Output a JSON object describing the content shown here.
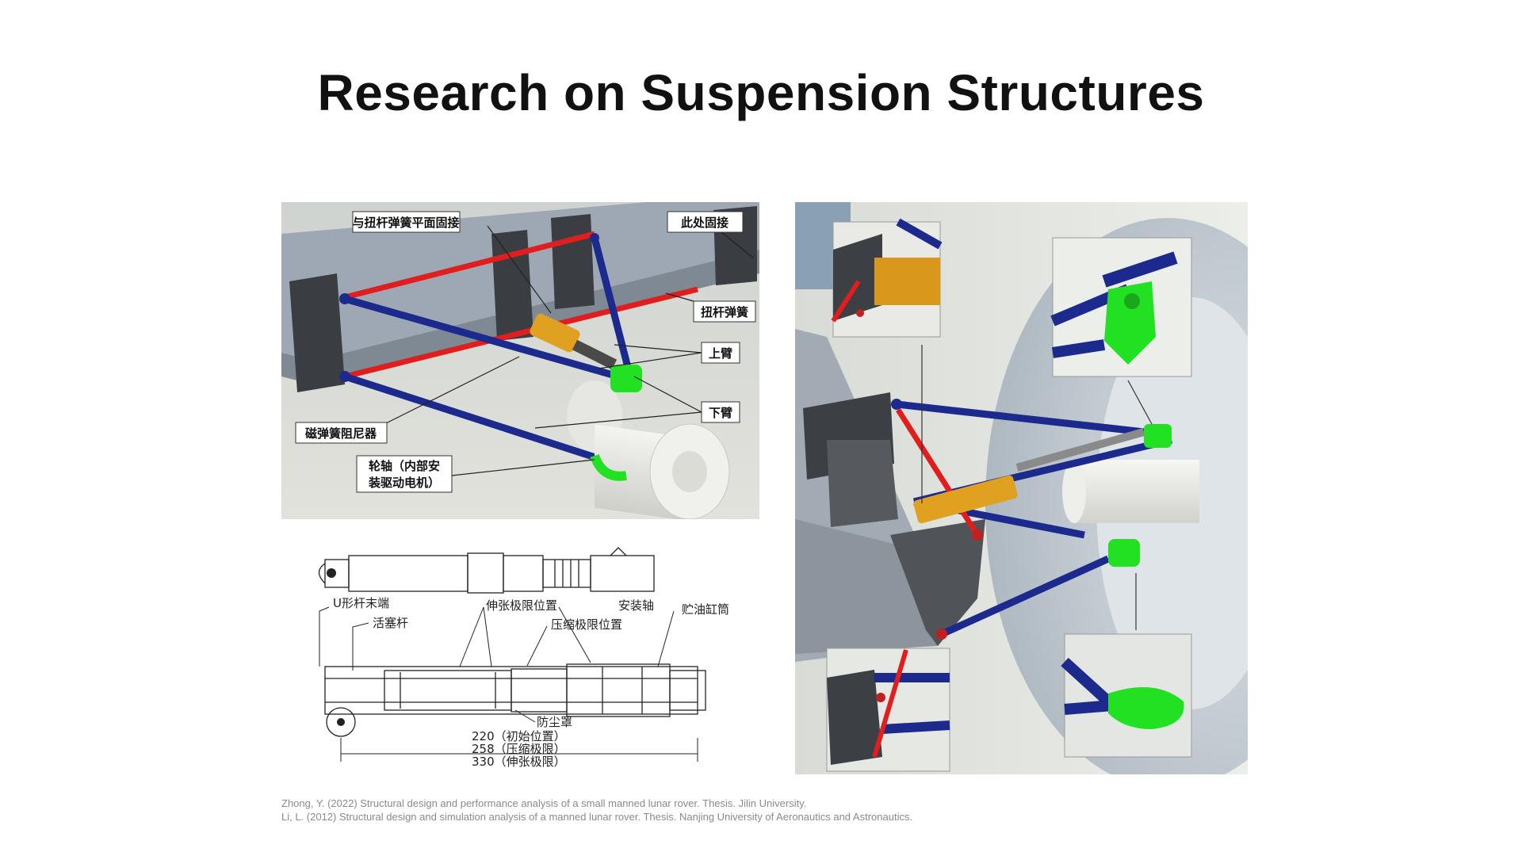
{
  "slide": {
    "title": "Research on Suspension Structures"
  },
  "upper_left_diagram": {
    "labels": {
      "torsion_plane": "与扭杆弹簧平面固接",
      "fixed_here": "此处固接",
      "torsion_spring": "扭杆弹簧",
      "upper_arm": "上臂",
      "lower_arm": "下臂",
      "mr_damper": "磁弹簧阻尼器",
      "axle_line1": "轮轴（内部安",
      "axle_line2": "装驱动电机）"
    }
  },
  "lower_left_diagram": {
    "labels": {
      "u_rod_end": "U形杆末端",
      "piston_rod": "活塞杆",
      "extension_limit": "伸张极限位置",
      "mount_shaft": "安装轴",
      "compression_limit": "压缩极限位置",
      "oil_cylinder": "贮油缸筒",
      "dust_cover": "防尘罩",
      "dim_initial": "220（初始位置）",
      "dim_compress": "258（压缩极限）",
      "dim_extend": "330（伸张极限）"
    }
  },
  "references": [
    "Zhong, Y. (2022) Structural design and performance analysis of a small manned lunar rover. Thesis. Jilin University.",
    "Li, L. (2012) Structural design and simulation analysis of a manned lunar rover. Thesis. Nanjing University of Aeronautics and Astronautics."
  ],
  "colors": {
    "link_blue": "#1b2a8c",
    "torsion_red": "#e01e1e",
    "joint_green": "#22e022",
    "damper_orange": "#e0a020",
    "frame_gray": "#9aa3ad"
  }
}
